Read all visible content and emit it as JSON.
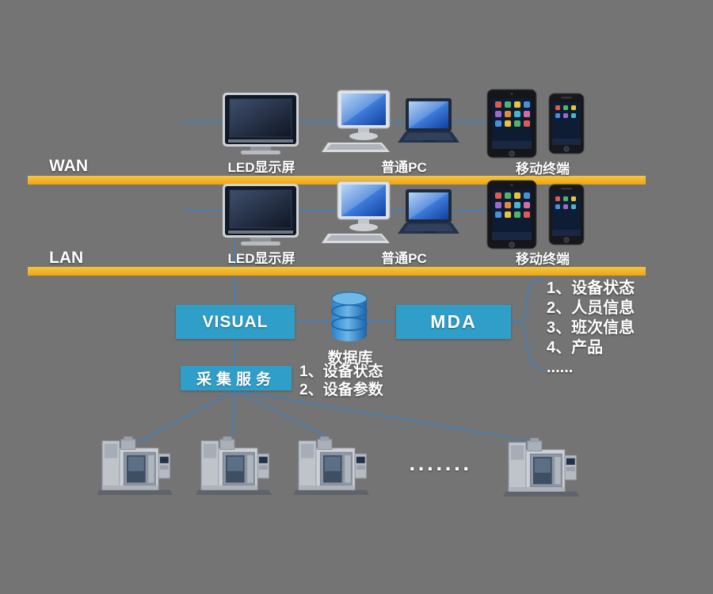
{
  "colors": {
    "background": "#747474",
    "bus_bar": "#F0AF1D",
    "box_blue": "#2F9FC9",
    "connector_line": "#4A7DAE",
    "text": "#FFFFFF"
  },
  "wan": {
    "label": "WAN",
    "devices": [
      {
        "icon": "led-display-icon",
        "label": "LED显示屏"
      },
      {
        "icon": "desktop-laptop-icon",
        "label": "普通PC"
      },
      {
        "icon": "tablet-phone-icon",
        "label": "移动终端"
      }
    ]
  },
  "lan": {
    "label": "LAN",
    "devices": [
      {
        "icon": "led-display-icon",
        "label": "LED显示屏"
      },
      {
        "icon": "desktop-laptop-icon",
        "label": "普通PC"
      },
      {
        "icon": "tablet-phone-icon",
        "label": "移动终端"
      }
    ]
  },
  "core": {
    "visual_label": "VISUAL",
    "database_label": "数据库",
    "mda_label": "MDA",
    "mda_items": [
      "1、设备状态",
      "2、人员信息",
      "3、班次信息",
      "4、产品",
      "......"
    ],
    "collector_label": "采集服务",
    "collector_items": [
      "1、设备状态",
      "2、设备参数"
    ]
  },
  "bottom": {
    "machine_icon": "cnc-machine-icon",
    "ellipsis": "·······"
  }
}
